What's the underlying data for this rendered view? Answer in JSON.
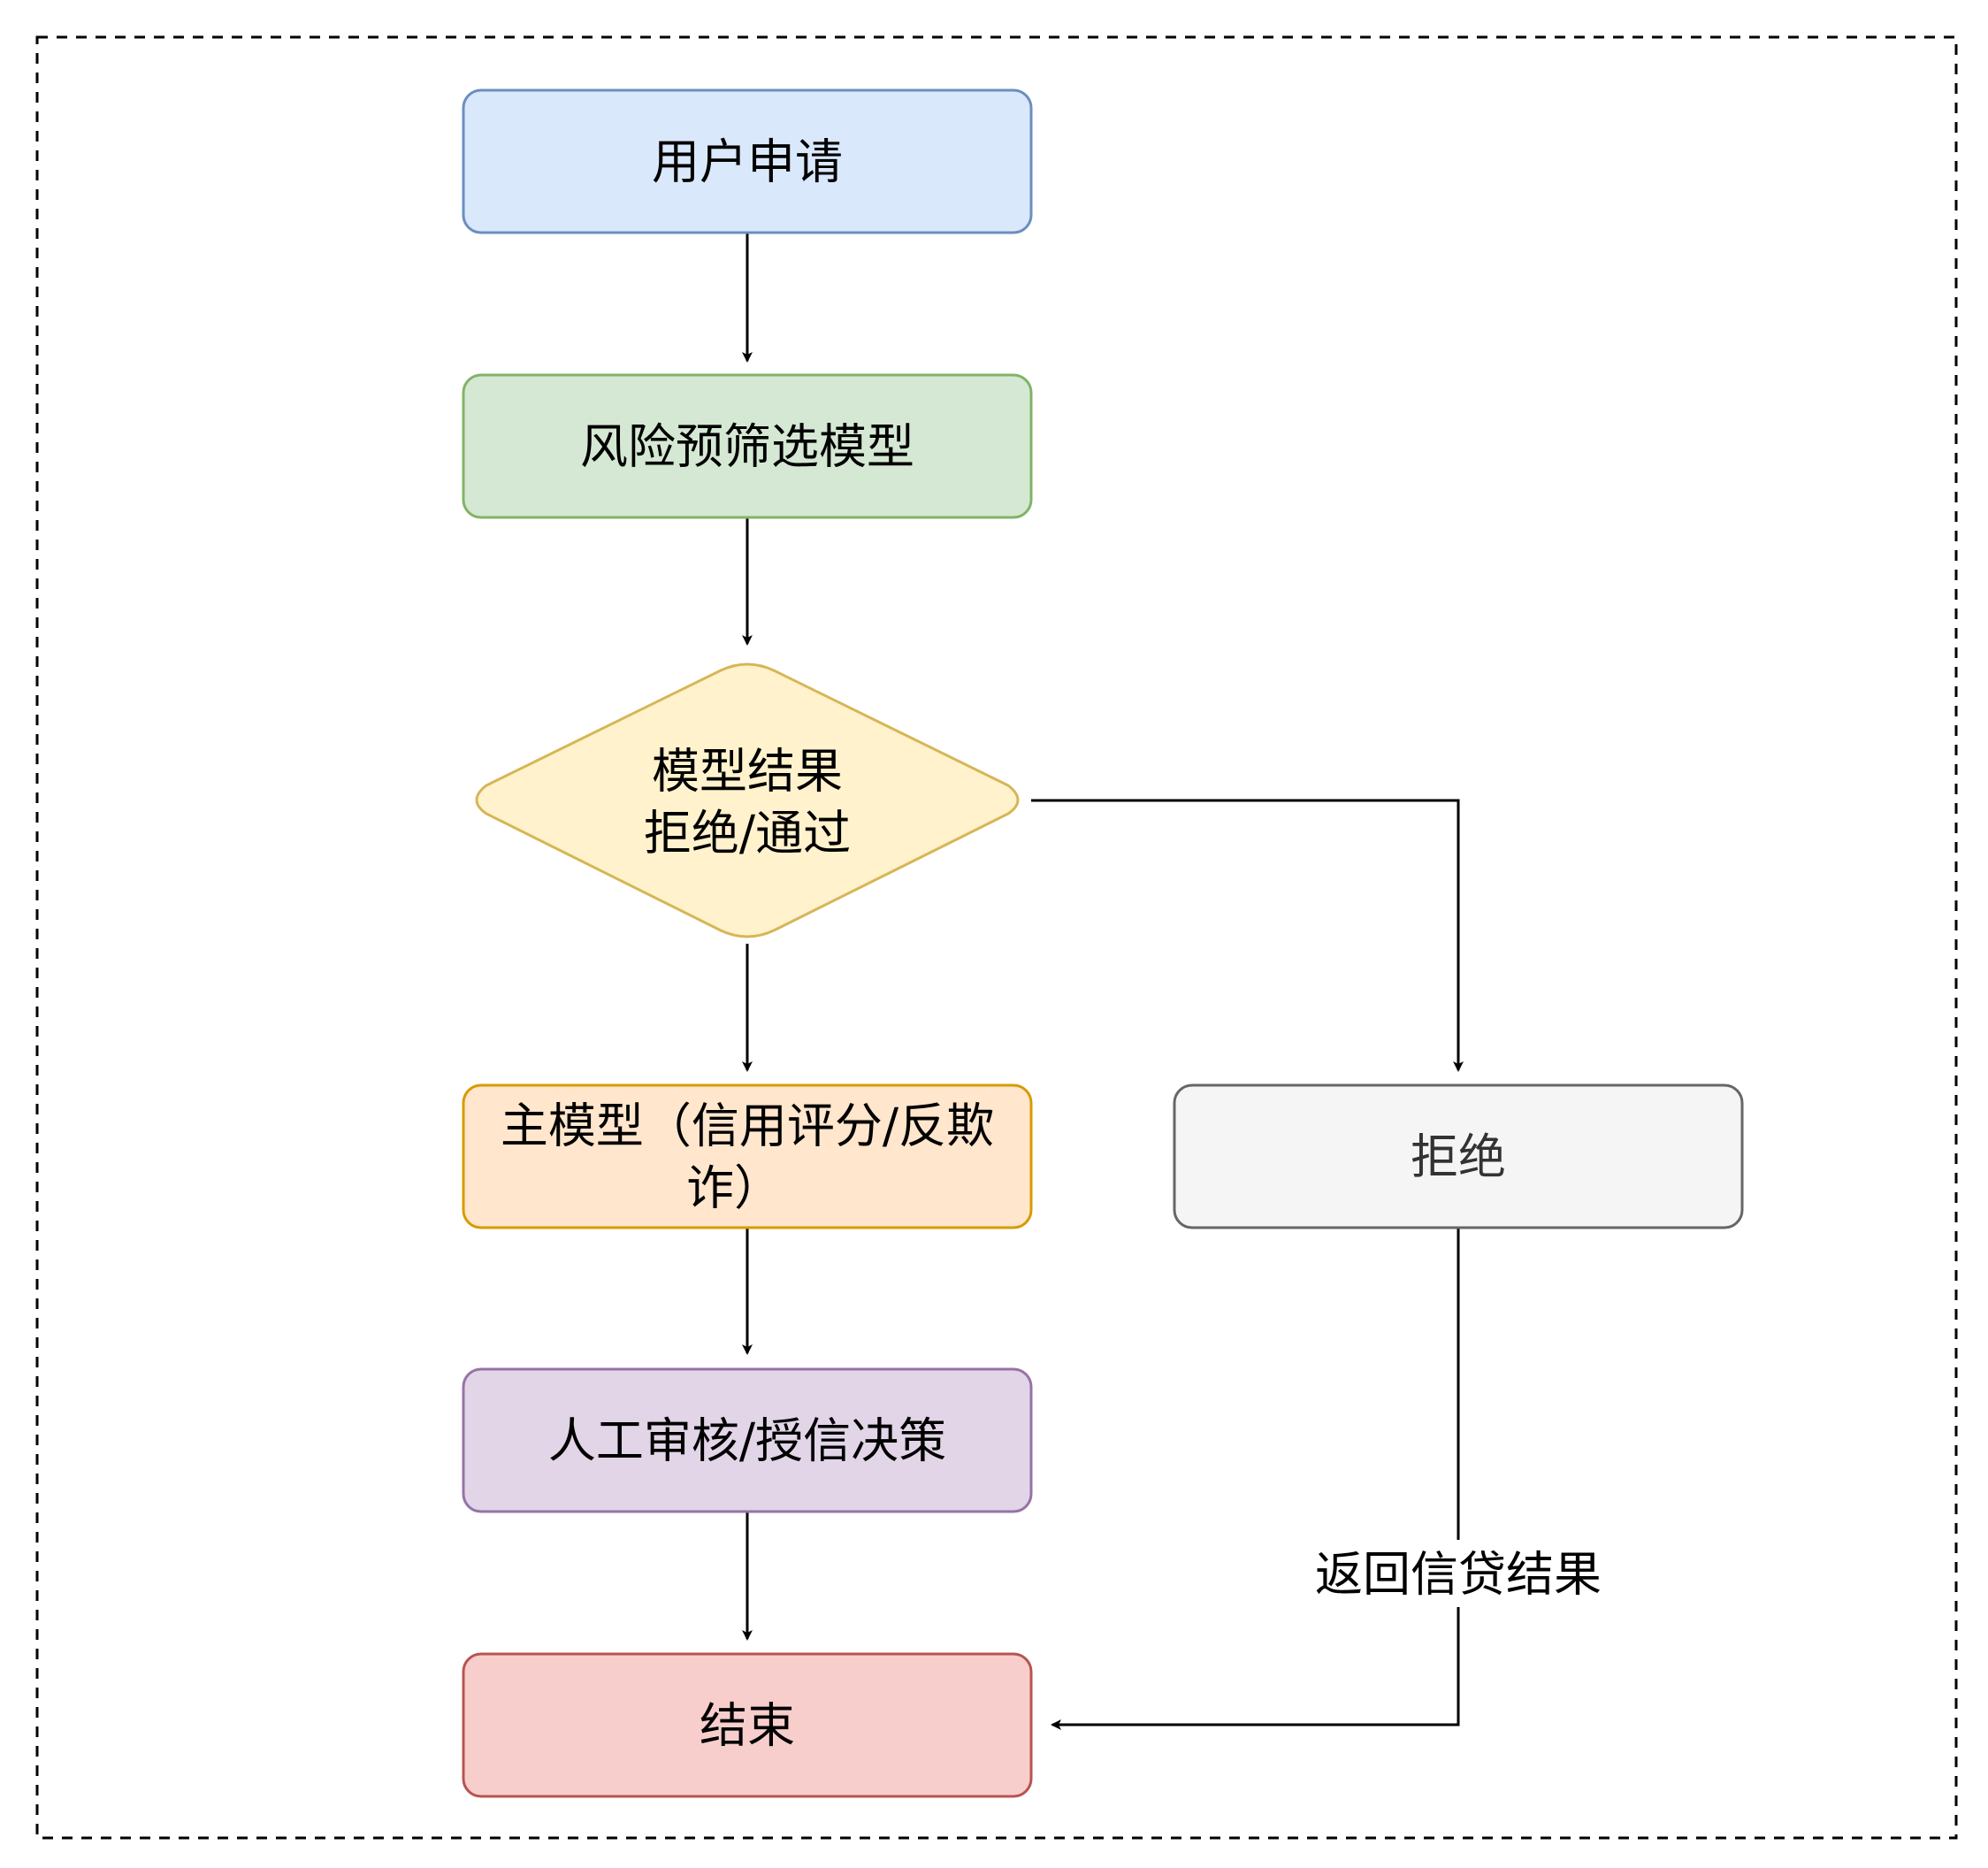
{
  "nodes": {
    "apply": {
      "label": "用户申请",
      "fill": "#dae8fc",
      "stroke": "#6c8ebf"
    },
    "prescreen": {
      "label": "风险预筛选模型",
      "fill": "#d5e8d4",
      "stroke": "#82b366"
    },
    "decision": {
      "line1": "模型结果",
      "line2": "拒绝/通过",
      "fill": "#fff2cc",
      "stroke": "#d6b656"
    },
    "main_model": {
      "line1": "主模型（信用评分/反欺",
      "line2": "诈）",
      "fill": "#ffe6cc",
      "stroke": "#d79b00"
    },
    "manual_review": {
      "label": "人工审核/授信决策",
      "fill": "#e1d5e7",
      "stroke": "#9673a6"
    },
    "end": {
      "label": "结束",
      "fill": "#f8cecc",
      "stroke": "#b85450"
    },
    "reject": {
      "label": "拒绝",
      "fill": "#f5f5f5",
      "stroke": "#666666"
    }
  },
  "edges": {
    "return_label": "返回信贷结果"
  },
  "colors": {
    "edge": "#000000",
    "frame": "#000000"
  }
}
